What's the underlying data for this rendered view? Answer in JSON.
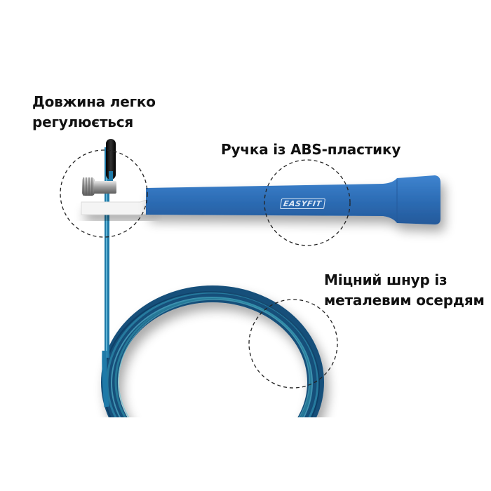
{
  "callouts": {
    "length": {
      "lines": [
        "Довжина легко",
        "регулюється"
      ]
    },
    "handle": {
      "lines": [
        "Ручка із ABS-пластику"
      ]
    },
    "cord": {
      "lines": [
        "Міцний шнур із",
        "металевим осердям"
      ]
    }
  },
  "product": {
    "brand_logo": "EASYFIT",
    "handle_color": "#2f6fb5",
    "cord_color": "#1f6d9a",
    "cap_color": "#111111",
    "clip_color": "#f2f2f2"
  }
}
